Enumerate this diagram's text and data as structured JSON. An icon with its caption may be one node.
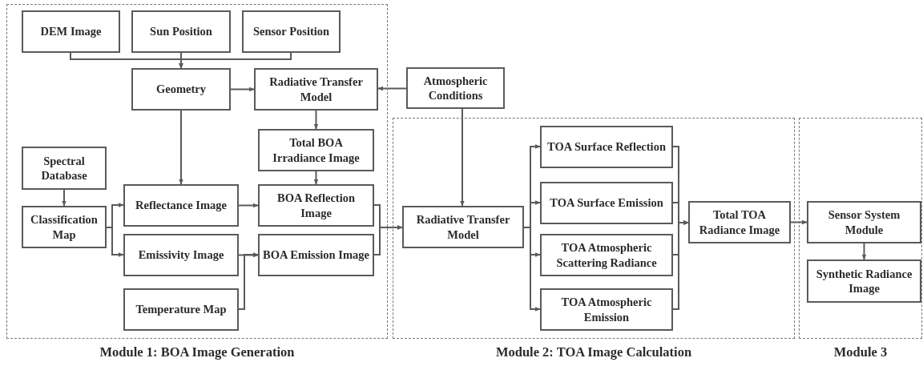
{
  "diagram": {
    "nodes": [
      {
        "text": [
          "Module 1: BOA Image Generation"
        ]
      },
      {
        "text": [
          "DEM Image"
        ],
        "in": 0
      },
      {
        "text": [
          "Sun Position"
        ],
        "in": 0
      },
      {
        "text": [
          "Sensor Position"
        ],
        "in": 0
      },
      {
        "text": [
          "Geometry"
        ],
        "in": 0
      },
      {
        "text": [
          "Radiative Transfer Model"
        ],
        "in": 0
      },
      {
        "text": [
          "Atmospheric Conditions"
        ]
      },
      {
        "text": [
          "Total BOA Irradiance Image"
        ],
        "in": 0
      },
      {
        "text": [
          "Spectral Database"
        ],
        "in": 0
      },
      {
        "text": [
          "Classification Map"
        ],
        "in": 0
      },
      {
        "text": [
          "Reflectance Image"
        ],
        "in": 0
      },
      {
        "text": [
          "BOA Reflection Image"
        ],
        "in": 0
      },
      {
        "text": [
          "Emissivity Image"
        ],
        "in": 0
      },
      {
        "text": [
          "BOA Emission Image"
        ],
        "in": 0
      },
      {
        "text": [
          "Temperature Map"
        ],
        "in": 0
      },
      {
        "text": [
          "Module 2: TOA Image Calculation"
        ]
      },
      {
        "text": [
          "Radiative Transfer Model"
        ],
        "in": 15
      },
      {
        "text": [
          "TOA Surface Reflection"
        ],
        "in": 15
      },
      {
        "text": [
          "TOA Surface Emission"
        ],
        "in": 15
      },
      {
        "text": [
          "TOA Atmospheric Scattering Radiance"
        ],
        "in": 15
      },
      {
        "text": [
          "TOA Atmospheric Emission"
        ],
        "in": 15
      },
      {
        "text": [
          "Total TOA Radiance Image"
        ],
        "in": 15
      },
      {
        "text": [
          "Module 3"
        ]
      },
      {
        "text": [
          "Sensor System Module"
        ],
        "in": 22
      },
      {
        "text": [
          "Synthetic Radiance Image"
        ],
        "in": 22
      }
    ],
    "edges": [
      {
        "from": 1,
        "to": 4,
        "arrow": "to"
      },
      {
        "from": 2,
        "to": 4,
        "arrow": "to"
      },
      {
        "from": 3,
        "to": 4,
        "arrow": "to"
      },
      {
        "from": 4,
        "to": 5,
        "arrow": "to"
      },
      {
        "from": 6,
        "to": 5,
        "arrow": "to"
      },
      {
        "from": 6,
        "to": 16,
        "arrow": "to"
      },
      {
        "from": 5,
        "to": 7,
        "arrow": "to"
      },
      {
        "from": 7,
        "to": 11,
        "arrow": "to"
      },
      {
        "from": 4,
        "to": 10,
        "arrow": "to"
      },
      {
        "from": 8,
        "to": 9,
        "arrow": "to"
      },
      {
        "from": 9,
        "to": 10,
        "arrow": "to"
      },
      {
        "from": 9,
        "to": 12,
        "arrow": "to"
      },
      {
        "from": 10,
        "to": 11,
        "arrow": "to"
      },
      {
        "from": 12,
        "to": 13,
        "arrow": "to"
      },
      {
        "from": 14,
        "to": 13,
        "arrow": "to"
      },
      {
        "from": 11,
        "to": 16,
        "arrow": "to"
      },
      {
        "from": 13,
        "to": 16,
        "arrow": "to"
      },
      {
        "from": 16,
        "to": 17,
        "arrow": "to"
      },
      {
        "from": 16,
        "to": 18,
        "arrow": "to"
      },
      {
        "from": 16,
        "to": 19,
        "arrow": "to"
      },
      {
        "from": 16,
        "to": 20,
        "arrow": "to"
      },
      {
        "from": 17,
        "to": 21,
        "arrow": "to"
      },
      {
        "from": 18,
        "to": 21,
        "arrow": "to"
      },
      {
        "from": 19,
        "to": 21,
        "arrow": "to"
      },
      {
        "from": 20,
        "to": 21,
        "arrow": "to"
      },
      {
        "from": 21,
        "to": 23,
        "arrow": "to"
      },
      {
        "from": 23,
        "to": 24,
        "arrow": "to"
      }
    ]
  }
}
